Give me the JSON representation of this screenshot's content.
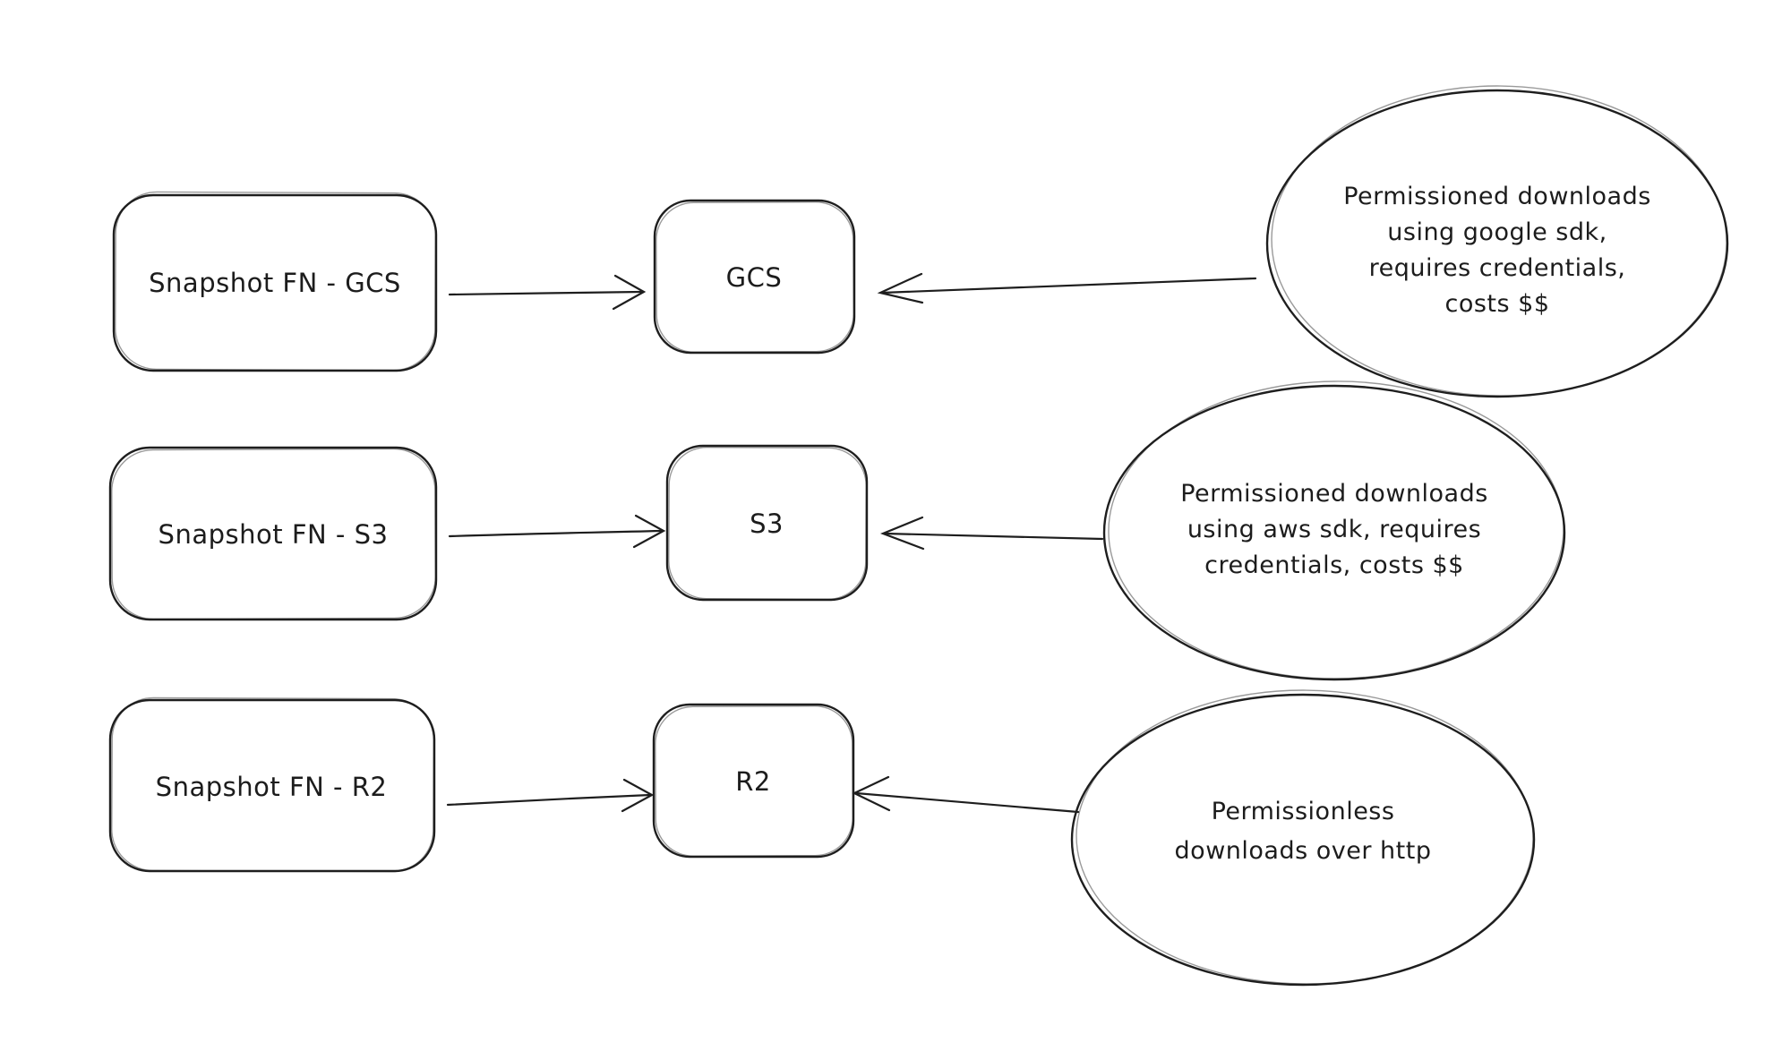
{
  "colors": {
    "background": "#ffffff",
    "stroke": "#1e1e1e",
    "text": "#1c1c1c"
  },
  "rows": [
    {
      "source_label": "Snapshot FN - GCS",
      "target_label": "GCS",
      "note_lines": [
        "Permissioned downloads",
        "using google sdk,",
        "requires credentials,",
        "costs $$"
      ],
      "edges": [
        "source-to-target",
        "note-to-target"
      ]
    },
    {
      "source_label": "Snapshot FN - S3",
      "target_label": "S3",
      "note_lines": [
        "Permissioned downloads",
        "using aws sdk, requires",
        "credentials, costs $$"
      ],
      "edges": [
        "source-to-target",
        "note-to-target"
      ]
    },
    {
      "source_label": "Snapshot FN - R2",
      "target_label": "R2",
      "note_lines": [
        "Permissionless",
        "downloads over http"
      ],
      "edges": [
        "source-to-target",
        "note-to-target"
      ]
    }
  ]
}
